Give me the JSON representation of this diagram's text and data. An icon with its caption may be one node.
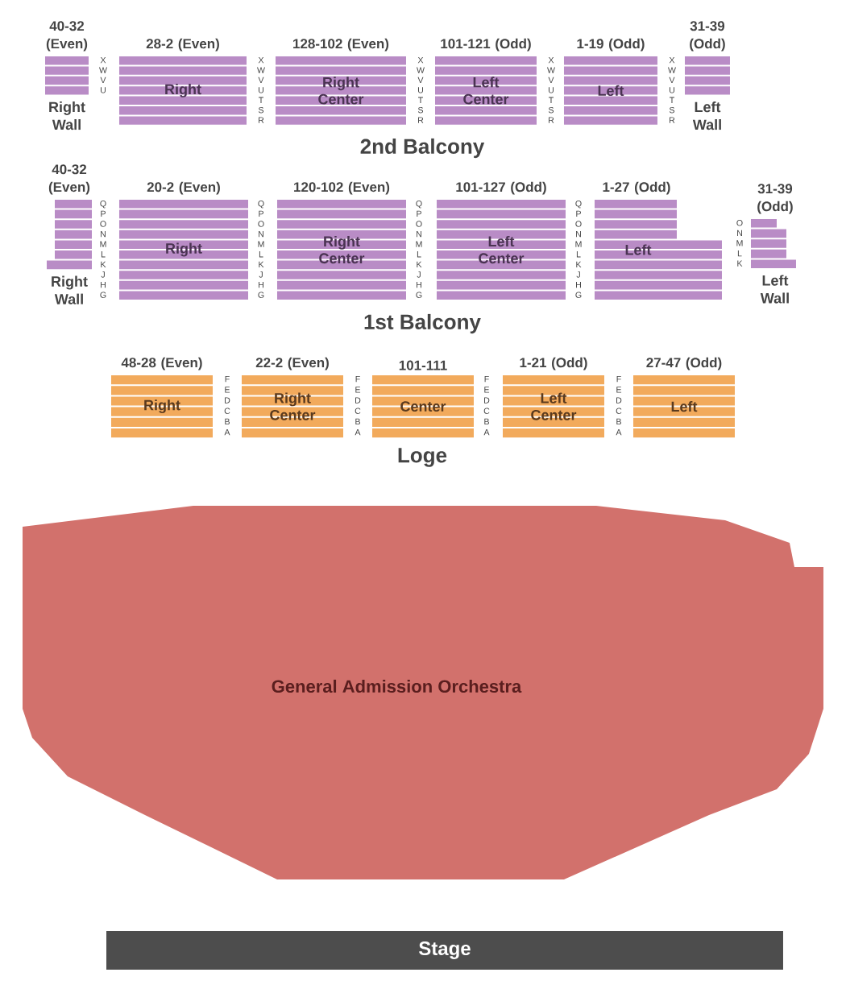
{
  "diagram": {
    "nodes": [
      {
        "text": [
          "40-32 (Even)",
          "Right Wall"
        ]
      },
      {
        "text": [
          "28-2 (Even)",
          "Right"
        ]
      },
      {
        "text": [
          "128-102 (Even)",
          "Right Center"
        ]
      },
      {
        "text": [
          "101-121 (Odd)",
          "Left Center"
        ]
      },
      {
        "text": [
          "1-19 (Odd)",
          "Left"
        ]
      },
      {
        "text": [
          "31-39 (Odd)",
          "Left Wall"
        ]
      },
      {
        "text": [
          "40-32 (Even)",
          "Right Wall"
        ]
      },
      {
        "text": [
          "20-2 (Even)",
          "Right"
        ]
      },
      {
        "text": [
          "120-102 (Even)",
          "Right Center"
        ]
      },
      {
        "text": [
          "101-127 (Odd)",
          "Left Center"
        ]
      },
      {
        "text": [
          "1-27 (Odd)",
          "Left"
        ]
      },
      {
        "text": [
          "31-39 (Odd)",
          "Left Wall"
        ]
      },
      {
        "text": [
          "48-28 (Even)",
          "Right"
        ]
      },
      {
        "text": [
          "22-2 (Even)",
          "Right Center"
        ]
      },
      {
        "text": [
          "101-111",
          "Center"
        ]
      },
      {
        "text": [
          "1-21 (Odd)",
          "Left Center"
        ]
      },
      {
        "text": [
          "27-47 (Odd)",
          "Left"
        ]
      },
      {
        "text": [
          "General Admission Orchestra"
        ]
      },
      {
        "text": [
          "Stage"
        ]
      }
    ],
    "labels": [
      "X W V U",
      "X W V U T S R",
      "X W V U T S R",
      "X W V U T S R",
      "X W V U T S R",
      "2nd Balcony",
      "Q P O N M L K J H G",
      "Q P O N M L K J H G",
      "Q P O N M L K J H G",
      "Q P O N M L K J H G",
      "O N M L K",
      "1st Balcony",
      "F E D C B A",
      "F E D C B A",
      "F E D C B A",
      "F E D C B A",
      "Loge"
    ]
  }
}
